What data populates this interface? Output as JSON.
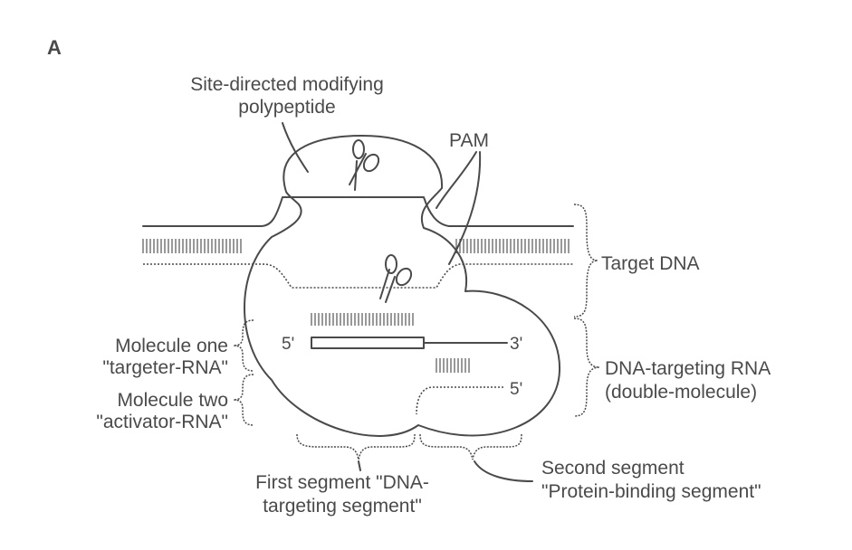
{
  "panel_label": "A",
  "labels": {
    "polypeptide_line1": "Site-directed modifying",
    "polypeptide_line2": "polypeptide",
    "pam": "PAM",
    "target_dna": "Target DNA",
    "molecule_one_line1": "Molecule one",
    "molecule_one_line2": "\"targeter-RNA\"",
    "molecule_two_line1": "Molecule two",
    "molecule_two_line2": "\"activator-RNA\"",
    "dna_targeting_rna_line1": "DNA-targeting RNA",
    "dna_targeting_rna_line2": "(double-molecule)",
    "first_segment_line1": "First segment \"DNA-",
    "first_segment_line2": "targeting segment\"",
    "second_segment_line1": "Second segment",
    "second_segment_line2": "\"Protein-binding segment\""
  },
  "strand_ends": {
    "targeter_five_prime": "5'",
    "targeter_three_prime": "3'",
    "activator_five_prime": "5'"
  }
}
